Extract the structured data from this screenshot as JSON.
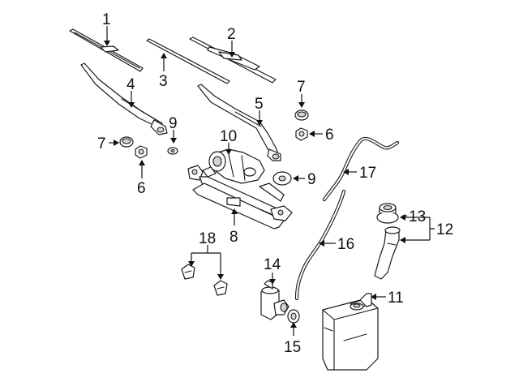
{
  "callouts": {
    "c1": "1",
    "c2": "2",
    "c3": "3",
    "c4": "4",
    "c5": "5",
    "c6a": "6",
    "c6b": "6",
    "c7a": "7",
    "c7b": "7",
    "c8": "8",
    "c9a": "9",
    "c9b": "9",
    "c10": "10",
    "c11": "11",
    "c12": "12",
    "c13": "13",
    "c14": "14",
    "c15": "15",
    "c16": "16",
    "c17": "17",
    "c18": "18"
  }
}
